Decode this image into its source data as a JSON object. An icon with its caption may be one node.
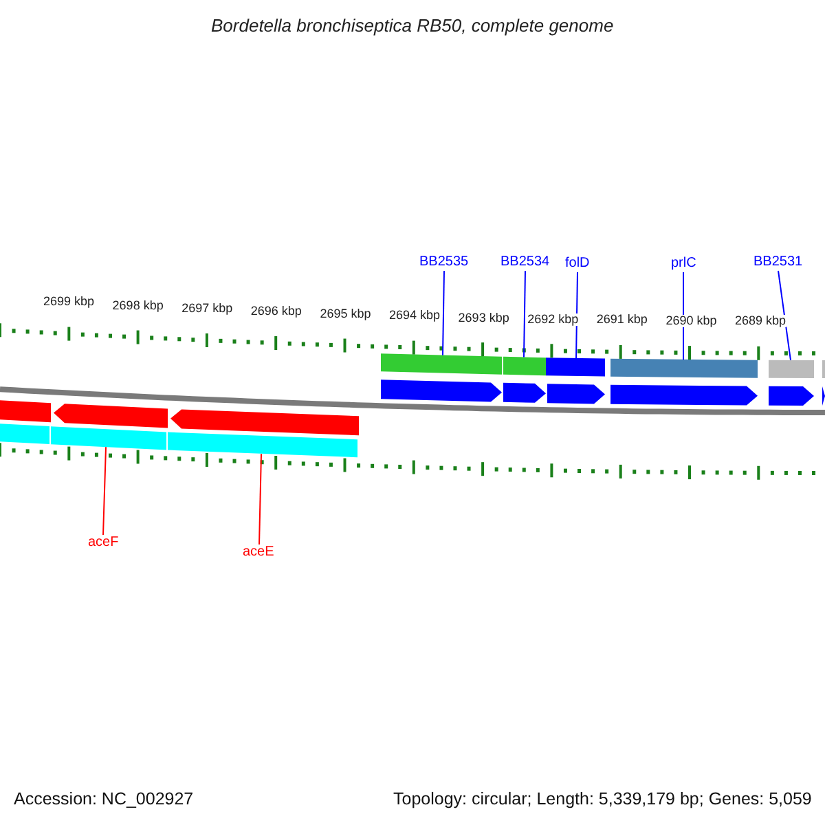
{
  "diagram": {
    "title": "Bordetella bronchiseptica RB50, complete genome",
    "nodes": [
      {
        "text": [
          "BB2535"
        ]
      },
      {
        "text": [
          "BB2534"
        ]
      },
      {
        "text": [
          "folD"
        ]
      },
      {
        "text": [
          "prlC"
        ]
      },
      {
        "text": [
          "BB2531"
        ]
      },
      {
        "text": [
          "aceF"
        ]
      },
      {
        "text": [
          "aceE"
        ]
      },
      {
        "text": [],
        "shape": "bar"
      },
      {
        "text": [],
        "shape": "bar"
      },
      {
        "text": [],
        "shape": "bar"
      },
      {
        "text": [],
        "shape": "bar"
      },
      {
        "text": [],
        "shape": "bar"
      },
      {
        "text": [],
        "shape": "bar"
      },
      {
        "text": [],
        "shape": "bar"
      }
    ],
    "edges": [
      {
        "from": 0,
        "to": 7,
        "arrow": "none"
      },
      {
        "from": 1,
        "to": 8,
        "arrow": "none"
      },
      {
        "from": 2,
        "to": 9,
        "arrow": "none"
      },
      {
        "from": 3,
        "to": 10,
        "arrow": "none"
      },
      {
        "from": 4,
        "to": 11,
        "arrow": "none"
      },
      {
        "from": 5,
        "to": 12,
        "arrow": "none",
        "color": "#ff0000"
      },
      {
        "from": 6,
        "to": 13,
        "arrow": "none",
        "color": "#ff0000"
      }
    ],
    "labels": [
      "2699 kbp",
      "2698 kbp",
      "2697 kbp",
      "2696 kbp",
      "2695 kbp",
      "2694 kbp",
      "2693 kbp",
      "2692 kbp",
      "2691 kbp",
      "2690 kbp",
      "2689 kbp",
      "Accession: NC_002927",
      "Topology: circular; Length: 5,339,179 bp; Genes: 5,059"
    ]
  }
}
